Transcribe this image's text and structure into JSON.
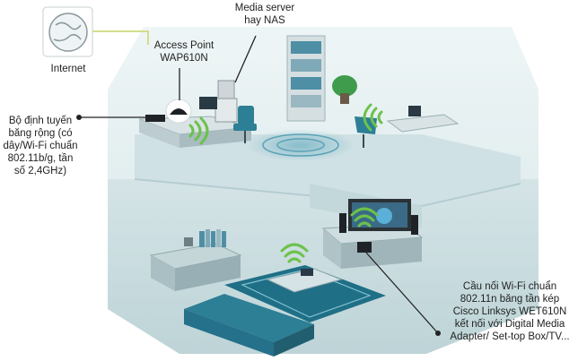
{
  "labels": {
    "internet": "Internet",
    "media_server": "Media server\nhay NAS",
    "access_point": "Access Point\nWAP610N",
    "router": "Bộ định tuyến\nbăng rộng (có\ndây/Wi-Fi chuẩn\n802.11b/g, tần\nsố 2,4GHz)",
    "bridge": "Cầu nối Wi-Fi chuẩn\n802.11n băng tần kép\nCisco Linksys WET610N\nkết nối với Digital Media\nAdapter/ Set-top Box/TV..."
  },
  "icons": {
    "internet": "globe-icon",
    "wifi": "wifi-signal-icon"
  },
  "colors": {
    "wall": "#e2eeef",
    "floor": "#bdd3d6",
    "accent_teal": "#2d7f95",
    "wifi_green": "#6cc24a",
    "dark_device": "#2a2f33"
  }
}
